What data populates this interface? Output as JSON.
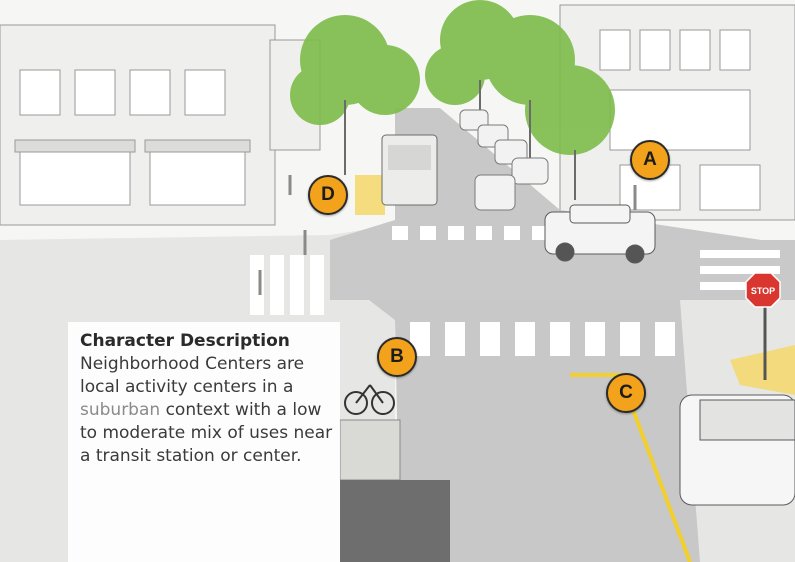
{
  "markers": {
    "a": "A",
    "b": "B",
    "c": "C",
    "d": "D"
  },
  "stop_sign": "STOP",
  "description": {
    "title": "Character Description",
    "body_before": "Neighborhood Centers are local activity centers in a ",
    "highlight": "suburban",
    "body_after": " context with a low to moderate mix of uses near a transit station or center."
  },
  "colors": {
    "marker_fill": "#f3a21b",
    "road": "#c8c8c8",
    "sidewalk": "#e6e6e4",
    "tree": "#7dbb4a",
    "curb_yellow": "#f1cf2e",
    "highlight_text": "#8a8a8a"
  }
}
